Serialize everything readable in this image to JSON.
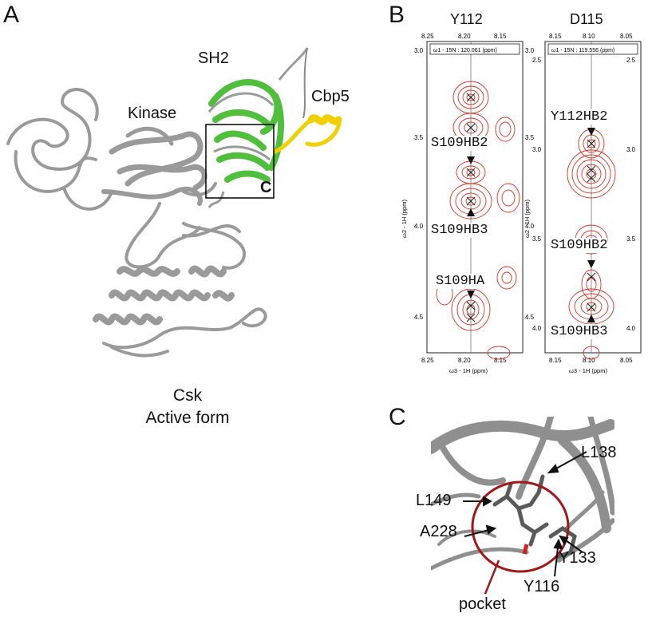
{
  "panel_a": {
    "letter": "A",
    "labels": {
      "sh2": "SH2",
      "cbp5": "Cbp5",
      "kinase": "Kinase",
      "inset_c": "C"
    },
    "caption_line1": "Csk",
    "caption_line2": "Active form",
    "colors": {
      "protein": "#b8b8b8",
      "sh2": "#4fbf3c",
      "cbp5": "#f0d000"
    }
  },
  "panel_b": {
    "letter": "B",
    "colors": {
      "contour": "#e03020",
      "frame": "#222222"
    },
    "strips": [
      {
        "title": "Y112",
        "header": "ω1 - 15N : 120.061 (ppm)",
        "x_ticks": [
          "8.25",
          "8.20",
          "8.15"
        ],
        "x_label": "ω3 - 1H (ppm)",
        "y_label": "ω2 - 1H (ppm)",
        "y_ticks_left": [
          "3.0",
          "3.5",
          "4.0",
          "4.5"
        ],
        "y_ticks_right": [
          "3.0",
          "3.5",
          "4.0",
          "4.5"
        ],
        "annotations": [
          "S109HB2",
          "S109HB3",
          "S109HA"
        ]
      },
      {
        "title": "D115",
        "header": "ω1 - 15N : 119.556 (ppm)",
        "x_ticks": [
          "8.15",
          "8.10",
          "8.05"
        ],
        "x_label": "ω3 - 1H (ppm)",
        "y_label": "ω2 - 1H (ppm)",
        "y_ticks_left": [
          "2.5",
          "3.0",
          "3.5",
          "4.0"
        ],
        "y_ticks_right": [
          "2.5",
          "3.0",
          "3.5",
          "4.0"
        ],
        "annotations": [
          "Y112HB2",
          "S109HB2",
          "S109HB3"
        ]
      }
    ]
  },
  "panel_c": {
    "letter": "C",
    "labels": {
      "l138": "L138",
      "l149": "L149",
      "a228": "A228",
      "y133": "Y133",
      "y116": "Y116",
      "pocket": "pocket"
    },
    "colors": {
      "pocket_circle": "#a01818"
    }
  }
}
